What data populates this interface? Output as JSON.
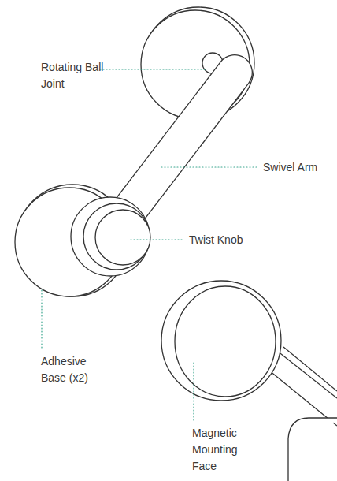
{
  "diagram": {
    "labels": [
      "Rotating Ball Joint",
      "Swivel Arm",
      "Twist Knob",
      "Adhesive Base (x2)",
      "Magnetic Mounting Face"
    ]
  }
}
